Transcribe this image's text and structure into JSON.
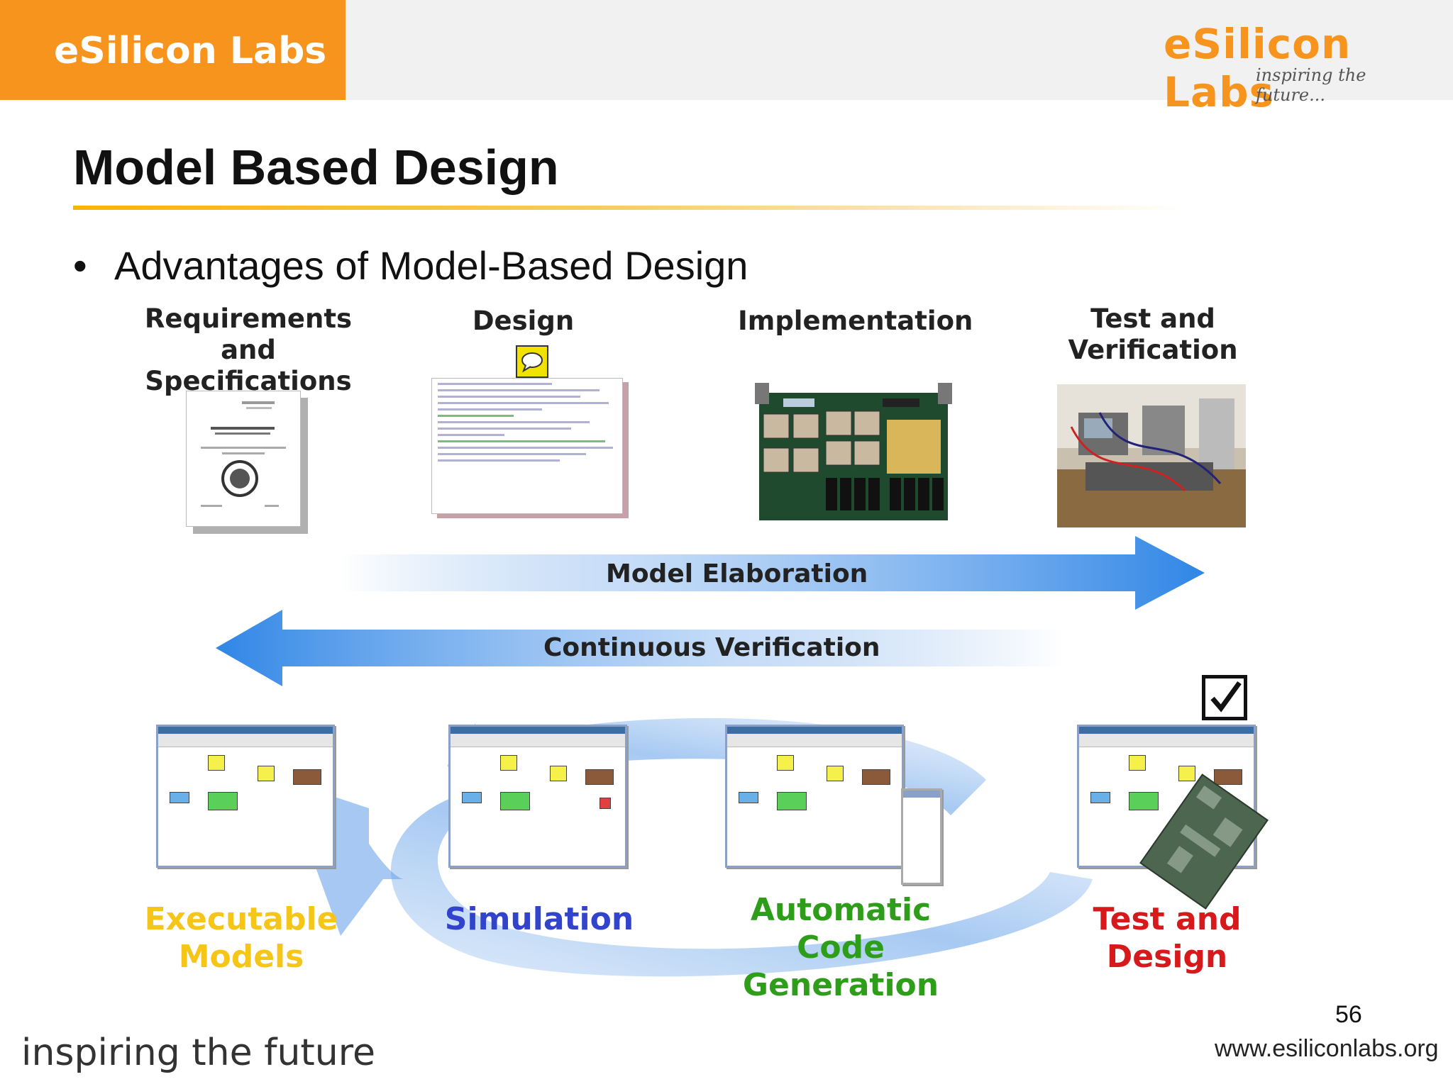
{
  "header": {
    "brand": "eSilicon Labs",
    "logo_text": "eSilicon Labs",
    "logo_tagline": "inspiring the future...",
    "colors": {
      "accent": "#f7941d",
      "bar": "#f1f1f1"
    }
  },
  "slide": {
    "title": "Model Based Design",
    "bullet": "Advantages of Model-Based Design",
    "stages": [
      {
        "label": "Requirements and Specifications",
        "image": "requirements-document"
      },
      {
        "label": "Design",
        "image": "code-listing"
      },
      {
        "label": "Implementation",
        "image": "circuit-board"
      },
      {
        "label": "Test and Verification",
        "image": "test-lab-bench"
      }
    ],
    "arrows": [
      {
        "label": "Model Elaboration",
        "direction": "right"
      },
      {
        "label": "Continuous Verification",
        "direction": "left"
      }
    ],
    "cycle": [
      {
        "label": "Executable Models",
        "color": "#f5c518"
      },
      {
        "label": "Simulation",
        "color": "#3344cc"
      },
      {
        "label": "Automatic Code Generation",
        "color": "#2e9e1a"
      },
      {
        "label": "Test and Design",
        "color": "#d7191c"
      }
    ],
    "checkbox_icon": "check-box-icon",
    "speech_icon": "speech-bubble-icon"
  },
  "footer": {
    "tagline": "inspiring the future",
    "page_number": "56",
    "url": "www.esiliconlabs.org"
  }
}
